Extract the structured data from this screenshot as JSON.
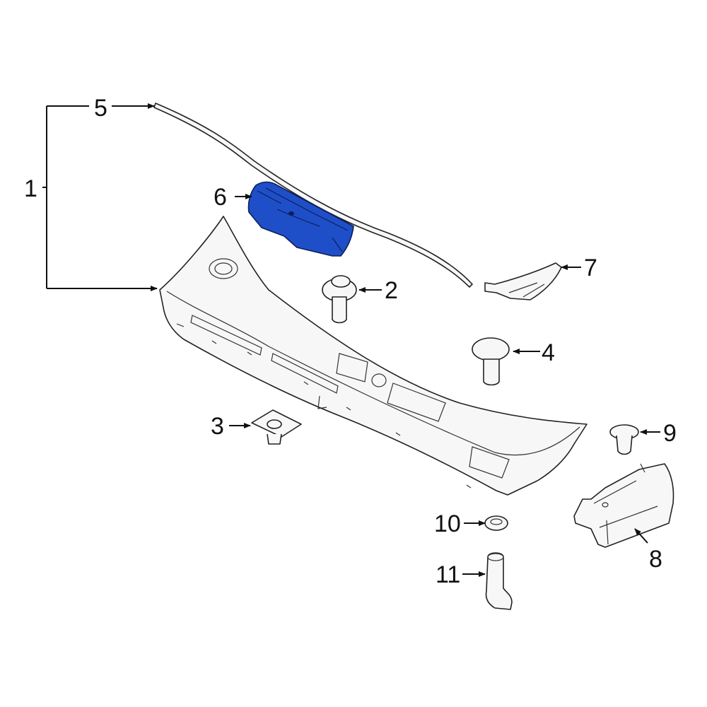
{
  "diagram": {
    "highlight_color": "#1f4fc8",
    "highlighted_callout": "6",
    "callouts": {
      "c1": "1",
      "c2": "2",
      "c3": "3",
      "c4": "4",
      "c5": "5",
      "c6": "6",
      "c7": "7",
      "c8": "8",
      "c9": "9",
      "c10": "10",
      "c11": "11"
    }
  }
}
